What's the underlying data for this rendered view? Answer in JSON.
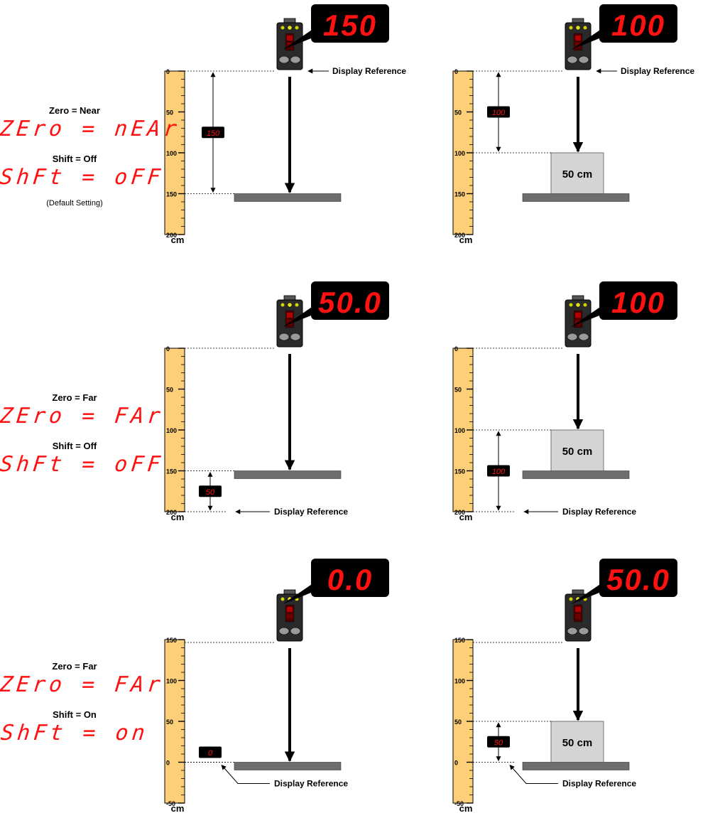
{
  "rows": [
    {
      "zero_label": "Zero = Near",
      "zero_display": "ZEro = nEAr",
      "shift_label": "Shift = Off",
      "shift_display": "ShFt = oFF",
      "note": "(Default Setting)",
      "panels": [
        {
          "display": "150",
          "small_display": "150",
          "ruler": {
            "min": 0,
            "max": 200,
            "ticks": [
              "0",
              "50",
              "100",
              "150",
              "200"
            ],
            "unit": "cm",
            "reversed": false
          },
          "target_distance": 150,
          "box": null,
          "reference": "top",
          "reference_label": "Display Reference",
          "measure": [
            0,
            150
          ]
        },
        {
          "display": "100",
          "small_display": "100",
          "ruler": {
            "min": 0,
            "max": 200,
            "ticks": [
              "0",
              "50",
              "100",
              "150",
              "200"
            ],
            "unit": "cm",
            "reversed": false
          },
          "target_distance": 150,
          "box": {
            "label": "50 cm",
            "height": 50
          },
          "reference": "top",
          "reference_label": "Display Reference",
          "measure": [
            0,
            100
          ]
        }
      ]
    },
    {
      "zero_label": "Zero = Far",
      "zero_display": "ZEro = FAr",
      "shift_label": "Shift = Off",
      "shift_display": "ShFt = oFF",
      "note": "",
      "panels": [
        {
          "display": "50.0",
          "small_display": "50",
          "ruler": {
            "min": 0,
            "max": 200,
            "ticks": [
              "0",
              "50",
              "100",
              "150",
              "200"
            ],
            "unit": "cm",
            "reversed": false
          },
          "target_distance": 150,
          "box": null,
          "reference": "bottom",
          "reference_label": "Display Reference",
          "measure": [
            150,
            200
          ]
        },
        {
          "display": "100",
          "small_display": "100",
          "ruler": {
            "min": 0,
            "max": 200,
            "ticks": [
              "0",
              "50",
              "100",
              "150",
              "200"
            ],
            "unit": "cm",
            "reversed": false
          },
          "target_distance": 150,
          "box": {
            "label": "50 cm",
            "height": 50
          },
          "reference": "bottom",
          "reference_label": "Display Reference",
          "measure": [
            100,
            200
          ]
        }
      ]
    },
    {
      "zero_label": "Zero = Far",
      "zero_display": "ZEro = FAr",
      "shift_label": "Shift = On",
      "shift_display": "ShFt = on",
      "note": "",
      "panels": [
        {
          "display": "0.0",
          "small_display": "0",
          "ruler": {
            "min": -50,
            "max": 150,
            "ticks": [
              "150",
              "100",
              "50",
              "0",
              "-50"
            ],
            "unit": "cm",
            "reversed": true
          },
          "target_distance": 150,
          "box": null,
          "reference": "zero",
          "reference_label": "Display Reference",
          "measure": null
        },
        {
          "display": "50.0",
          "small_display": "50",
          "ruler": {
            "min": -50,
            "max": 150,
            "ticks": [
              "150",
              "100",
              "50",
              "0",
              "-50"
            ],
            "unit": "cm",
            "reversed": true
          },
          "target_distance": 150,
          "box": {
            "label": "50 cm",
            "height": 50
          },
          "reference": "zero",
          "reference_label": "Display Reference",
          "measure": [
            0,
            50
          ]
        }
      ]
    }
  ],
  "colors": {
    "ruler_fill": "#fccf78",
    "ruler_stroke": "#000000",
    "plate": "#6e6e6e",
    "box_fill": "#d4d4d4",
    "display_bg": "#000000",
    "display_digits": "#ff1111",
    "sensor_body": "#2a2a2a"
  }
}
